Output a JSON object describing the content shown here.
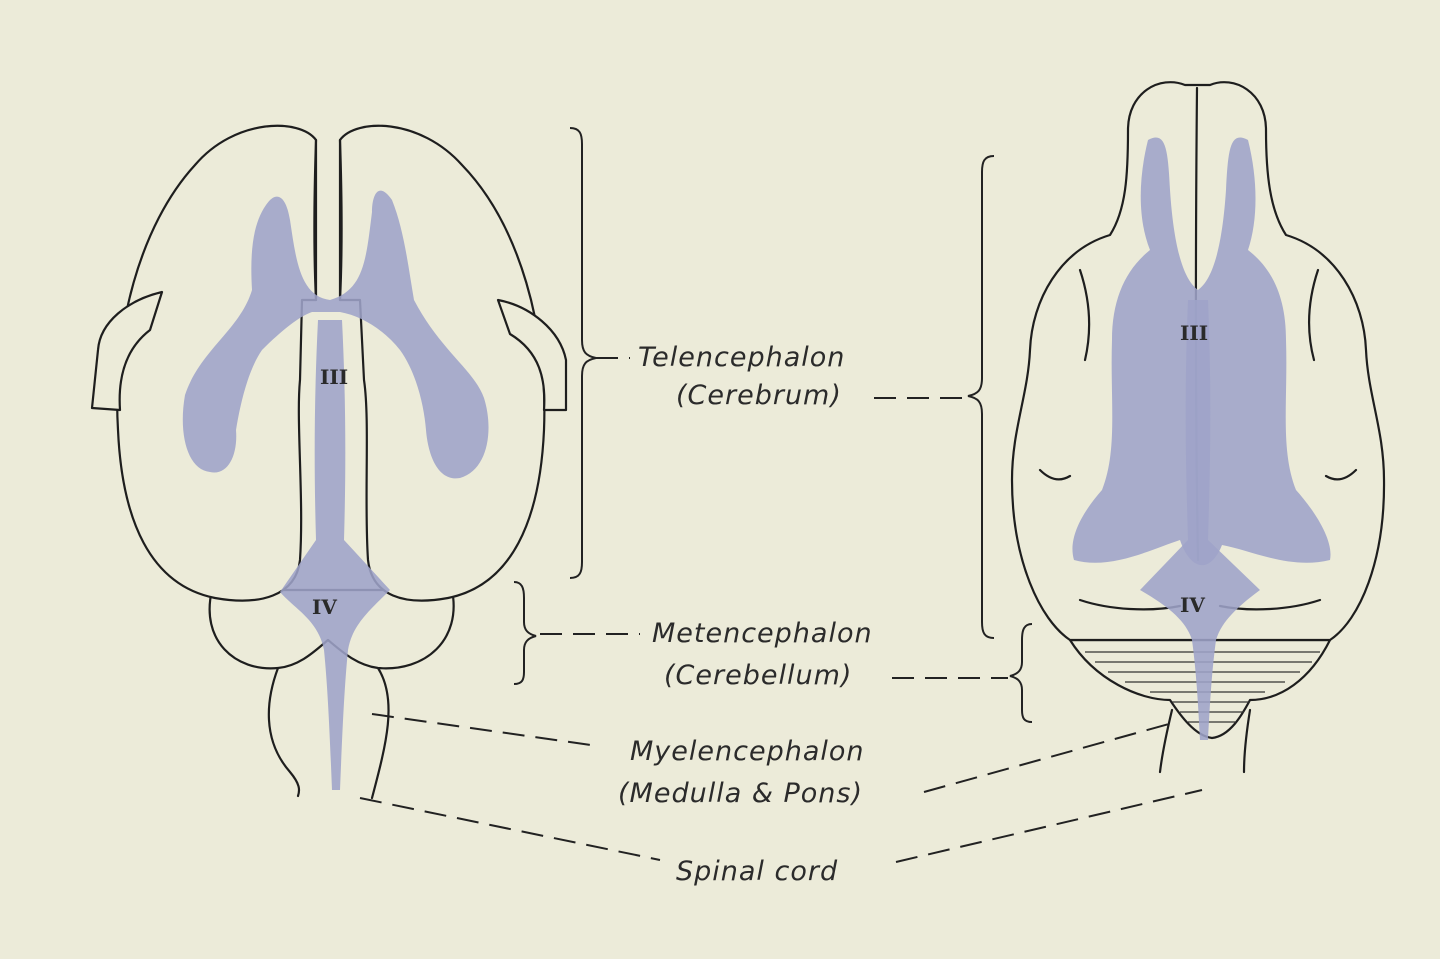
{
  "labels": {
    "telencephalon": "Telencephalon",
    "cerebrum": "(Cerebrum)",
    "metencephalon": "Metencephalon",
    "cerebellum": "(Cerebellum)",
    "myelencephalon": "Myelencephalon",
    "medulla_pons": "(Medulla & Pons)",
    "spinal_cord": "Spinal cord"
  },
  "ventricles": {
    "left_third": "III",
    "left_fourth": "IV",
    "right_third": "III",
    "right_fourth": "IV"
  },
  "colors": {
    "paper": "#ecebd9",
    "ink": "#1e1e1e",
    "ventricle_fill": "#9ea3c8"
  }
}
